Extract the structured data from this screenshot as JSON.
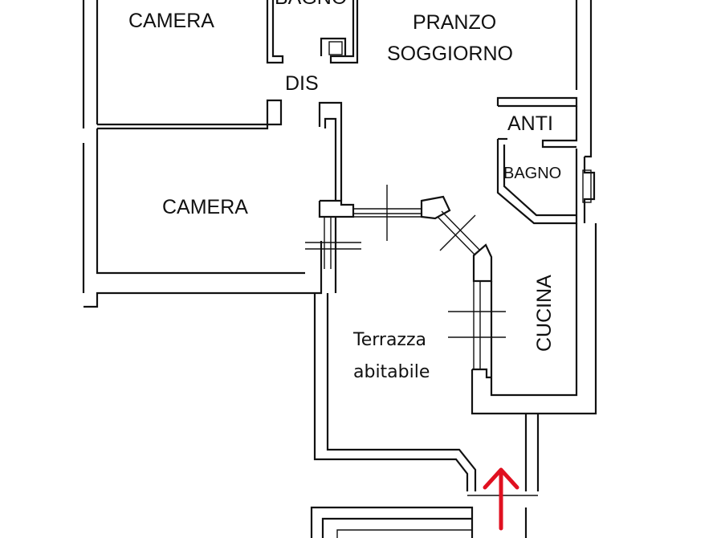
{
  "floor_plan": {
    "rooms": {
      "camera_top": "CAMERA",
      "bagno_top": "BAGNO",
      "pranzo": "PRANZO",
      "soggiorno": "SOGGIORNO",
      "dis": "DIS",
      "anti": "ANTI",
      "bagno_right": "BAGNO",
      "camera_mid": "CAMERA",
      "cucina": "CUCINA",
      "terrazza_line1": "Terrazza",
      "terrazza_line2": "abitabile"
    },
    "colors": {
      "walls": "#111111",
      "entrance_arrow": "#e01020",
      "background": "#ffffff"
    }
  }
}
